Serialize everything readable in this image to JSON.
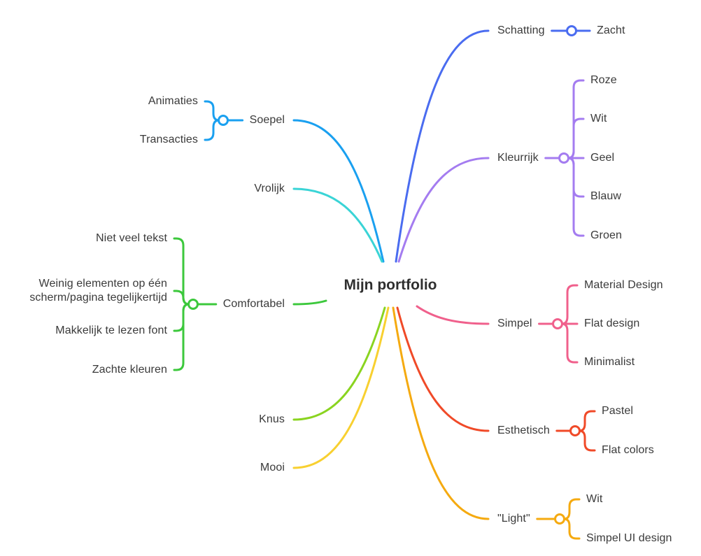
{
  "root": {
    "label": "Mijn portfolio"
  },
  "branches": [
    {
      "key": "schatting",
      "label": "Schatting",
      "color": "#4a6cf0",
      "children": [
        "Zacht"
      ]
    },
    {
      "key": "kleurrijk",
      "label": "Kleurrijk",
      "color": "#a47cf0",
      "children": [
        "Roze",
        "Wit",
        "Geel",
        "Blauw",
        "Groen"
      ]
    },
    {
      "key": "simpel",
      "label": "Simpel",
      "color": "#f0608c",
      "children": [
        "Material Design",
        "Flat design",
        "Minimalist"
      ]
    },
    {
      "key": "esthetisch",
      "label": "Esthetisch",
      "color": "#f04a28",
      "children": [
        "Pastel",
        "Flat colors"
      ]
    },
    {
      "key": "light",
      "label": "\"Light\"",
      "color": "#f5aa10",
      "children": [
        "Wit",
        "Simpel UI design"
      ]
    },
    {
      "key": "soepel",
      "label": "Soepel",
      "color": "#1aa0f0",
      "children": [
        "Animaties",
        "Transacties"
      ]
    },
    {
      "key": "vrolijk",
      "label": "Vrolijk",
      "color": "#3ad4d6",
      "children": []
    },
    {
      "key": "comfortabel",
      "label": "Comfortabel",
      "color": "#3cc83c",
      "children": [
        "Niet veel tekst",
        "Weinig elementen op één scherm/pagina tegelijkertijd",
        "Makkelijk te lezen font",
        "Zachte kleuren"
      ]
    },
    {
      "key": "knus",
      "label": "Knus",
      "color": "#8ad420",
      "children": []
    },
    {
      "key": "mooi",
      "label": "Mooi",
      "color": "#f8d030",
      "children": []
    }
  ]
}
